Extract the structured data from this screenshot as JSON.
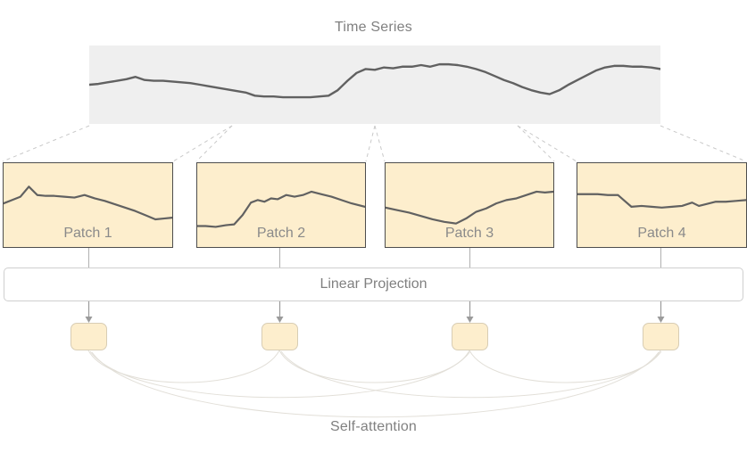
{
  "figure": {
    "title": "Time Series",
    "footer_label": "Self-attention",
    "projection_label": "Linear Projection"
  },
  "colors": {
    "panel_background": "#efefef",
    "series_line": "#616161",
    "patch_fill": "#fdeecd",
    "patch_border": "#4d4d4d",
    "token_fill": "#fdeecd",
    "token_border": "#d8cdb4",
    "text": "#808080",
    "attention_curve": "#e0ddd6",
    "divider_dashed": "#bcbcbc",
    "arrow": "#9b9b9b",
    "projection_border": "#cfcfcf"
  },
  "patches": [
    {
      "id": "patch-1",
      "label": "Patch 1"
    },
    {
      "id": "patch-2",
      "label": "Patch 2"
    },
    {
      "id": "patch-3",
      "label": "Patch 3"
    },
    {
      "id": "patch-4",
      "label": "Patch 4"
    }
  ],
  "tokens": [
    {
      "id": "token-1"
    },
    {
      "id": "token-2"
    },
    {
      "id": "token-3"
    },
    {
      "id": "token-4"
    }
  ],
  "chart_data": {
    "type": "line",
    "title": "Time Series",
    "xlabel": "",
    "ylabel": "",
    "grid": false,
    "legend": "none",
    "xlim": [
      0,
      100
    ],
    "ylim": [
      0,
      1
    ],
    "segment_boundaries": [
      25,
      50,
      75
    ],
    "x": [
      0,
      1.6,
      3.2,
      4.9,
      6.5,
      8.1,
      9.7,
      11.3,
      12.9,
      14.5,
      16.1,
      17.7,
      19.4,
      21.0,
      22.6,
      24.2,
      25.8,
      27.4,
      29.0,
      30.6,
      32.3,
      33.9,
      35.5,
      37.1,
      38.7,
      40.3,
      41.9,
      43.5,
      45.2,
      46.8,
      48.4,
      50.0,
      51.6,
      53.2,
      54.8,
      56.5,
      58.1,
      59.7,
      61.3,
      62.9,
      64.5,
      66.1,
      67.7,
      69.4,
      71.0,
      72.6,
      74.2,
      75.8,
      77.4,
      79.0,
      80.6,
      82.3,
      83.9,
      85.5,
      87.1,
      88.7,
      90.3,
      91.9,
      93.5,
      95.2,
      96.8,
      98.4,
      100.0
    ],
    "y": [
      0.5,
      0.51,
      0.53,
      0.55,
      0.57,
      0.6,
      0.56,
      0.55,
      0.55,
      0.54,
      0.53,
      0.52,
      0.5,
      0.48,
      0.46,
      0.44,
      0.42,
      0.4,
      0.36,
      0.35,
      0.35,
      0.34,
      0.34,
      0.34,
      0.34,
      0.35,
      0.36,
      0.43,
      0.55,
      0.65,
      0.7,
      0.69,
      0.72,
      0.71,
      0.73,
      0.73,
      0.75,
      0.73,
      0.76,
      0.76,
      0.75,
      0.73,
      0.7,
      0.66,
      0.61,
      0.56,
      0.52,
      0.47,
      0.43,
      0.4,
      0.38,
      0.43,
      0.5,
      0.56,
      0.62,
      0.68,
      0.72,
      0.74,
      0.74,
      0.73,
      0.73,
      0.72,
      0.7
    ],
    "series_by_patch": {
      "patch-1": {
        "x": [
          0,
          5,
          10,
          15,
          20,
          25,
          30,
          36,
          42,
          48,
          54,
          60,
          66,
          72,
          78,
          84,
          90,
          95,
          100
        ],
        "y": [
          0.52,
          0.56,
          0.6,
          0.72,
          0.62,
          0.61,
          0.61,
          0.6,
          0.59,
          0.62,
          0.58,
          0.55,
          0.51,
          0.47,
          0.43,
          0.38,
          0.33,
          0.34,
          0.35
        ]
      },
      "patch-2": {
        "x": [
          0,
          5,
          11,
          17,
          22,
          27,
          32,
          36,
          40,
          44,
          48,
          53,
          58,
          63,
          68,
          74,
          80,
          86,
          92,
          100
        ],
        "y": [
          0.25,
          0.25,
          0.24,
          0.26,
          0.27,
          0.38,
          0.53,
          0.56,
          0.54,
          0.58,
          0.57,
          0.62,
          0.6,
          0.62,
          0.66,
          0.63,
          0.6,
          0.56,
          0.52,
          0.48
        ]
      },
      "patch-3": {
        "x": [
          0,
          7,
          14,
          21,
          28,
          35,
          42,
          48,
          54,
          60,
          66,
          72,
          78,
          84,
          90,
          95,
          100
        ],
        "y": [
          0.47,
          0.44,
          0.41,
          0.37,
          0.33,
          0.3,
          0.28,
          0.34,
          0.42,
          0.46,
          0.52,
          0.56,
          0.58,
          0.62,
          0.66,
          0.65,
          0.66
        ]
      },
      "patch-4": {
        "x": [
          0,
          6,
          12,
          18,
          24,
          28,
          32,
          38,
          44,
          50,
          56,
          62,
          68,
          72,
          76,
          82,
          88,
          94,
          100
        ],
        "y": [
          0.63,
          0.63,
          0.63,
          0.62,
          0.62,
          0.55,
          0.48,
          0.49,
          0.48,
          0.47,
          0.48,
          0.49,
          0.53,
          0.49,
          0.51,
          0.54,
          0.54,
          0.55,
          0.56
        ]
      }
    }
  }
}
